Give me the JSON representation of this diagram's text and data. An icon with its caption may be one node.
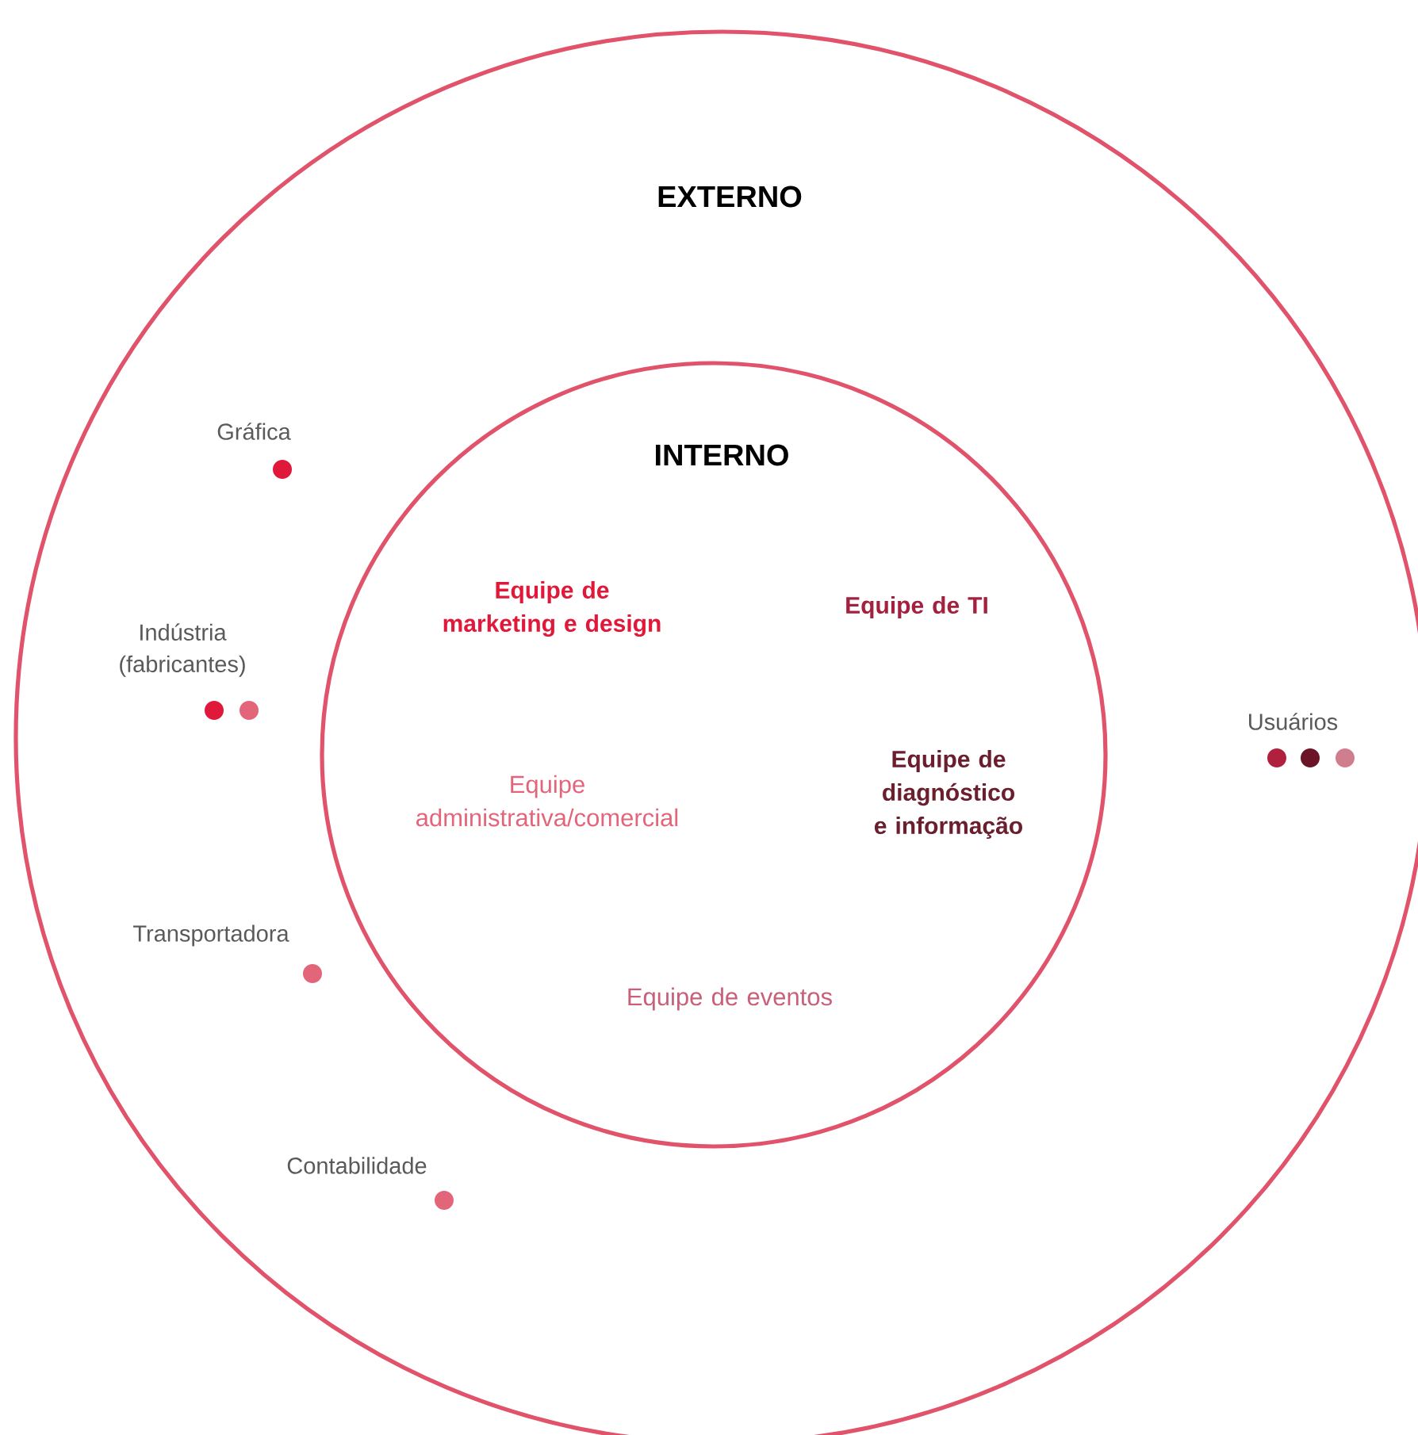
{
  "diagram": {
    "nodes": [
      {
        "text": [
          "EXTERNO"
        ]
      },
      {
        "text": [
          "INTERNO"
        ],
        "in": 0
      }
    ],
    "labels": [
      "Gráfica",
      "Equipe de marketing e design",
      "Equipe de TI",
      "Indústria (fabricantes)",
      "Usuários",
      "Equipe de diagnóstico e informação",
      "Equipe administrativa/comercial",
      "Transportadora",
      "Equipe de eventos",
      "Contabilidade"
    ]
  }
}
